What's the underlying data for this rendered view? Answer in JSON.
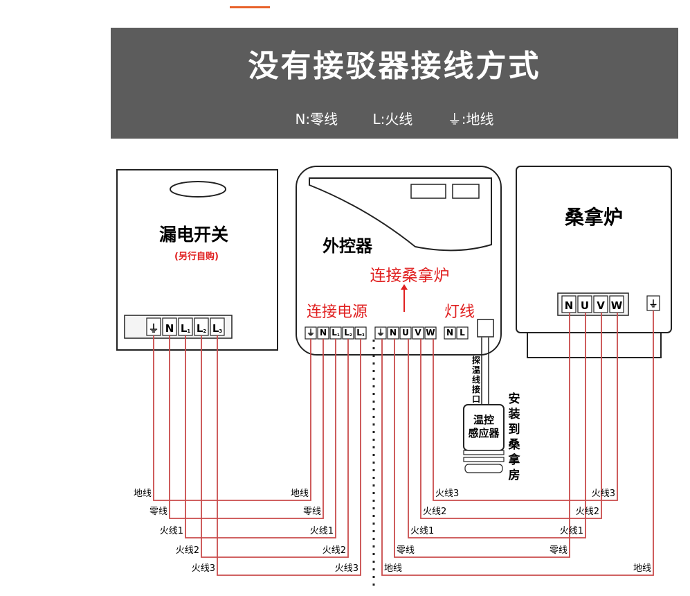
{
  "header": {
    "title": "没有接驳器接线方式",
    "legend": {
      "n": "N:零线",
      "l": "L:火线",
      "e": "⏚:地线"
    }
  },
  "breaker": {
    "name": "漏电开关",
    "note": "(另行自购)",
    "terminals": [
      "⏚",
      "N",
      "L1",
      "L2",
      "L3"
    ]
  },
  "controller": {
    "name": "外控器",
    "connect_heater": "连接桑拿炉",
    "connect_power": "连接电源",
    "light_wire": "灯线",
    "terminals_power": [
      "⏚",
      "N",
      "L1",
      "L2",
      "L3"
    ],
    "terminals_heater": [
      "⏚",
      "N",
      "U",
      "V",
      "W"
    ],
    "terminals_light": [
      "N",
      "L"
    ],
    "probe_port": "探温线接口"
  },
  "heater": {
    "name": "桑拿炉",
    "terminals": [
      "N",
      "U",
      "V",
      "W"
    ],
    "ground": "⏚"
  },
  "sensor": {
    "name_line1": "温控",
    "name_line2": "感应器",
    "install_note": "安装到桑拿房"
  },
  "wires": {
    "left": [
      {
        "label_a": "地线",
        "label_b": "地线"
      },
      {
        "label_a": "零线",
        "label_b": "零线"
      },
      {
        "label_a": "火线1",
        "label_b": "火线1"
      },
      {
        "label_a": "火线2",
        "label_b": "火线2"
      },
      {
        "label_a": "火线3",
        "label_b": "火线3"
      }
    ],
    "right": [
      {
        "label_a": "火线3",
        "label_b": "火线3"
      },
      {
        "label_a": "火线2",
        "label_b": "火线2"
      },
      {
        "label_a": "火线1",
        "label_b": "火线1"
      },
      {
        "label_a": "零线",
        "label_b": "零线"
      },
      {
        "label_a": "地线",
        "label_b": "地线"
      }
    ]
  },
  "colors": {
    "wire": "#c94b4b",
    "red_text": "#e02020",
    "banner": "#5c5c5c",
    "accent": "#e8622a"
  }
}
